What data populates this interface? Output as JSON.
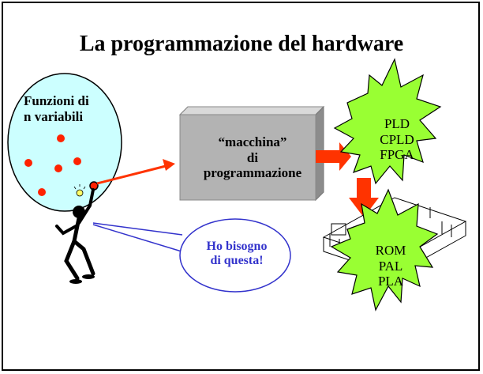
{
  "slide": {
    "title": "La programmazione del hardware",
    "functions": {
      "line1": "Funzioni di",
      "line2": "n variabili"
    },
    "machine": {
      "line1": "“macchina”",
      "line2": "di",
      "line3": "programmazione"
    },
    "devices_top": [
      "PLD",
      "CPLD",
      "FPGA"
    ],
    "devices_bottom": [
      "ROM",
      "PAL",
      "PLA"
    ],
    "speech": {
      "line1": "Ho bisogno",
      "line2": "di questa!"
    }
  },
  "colors": {
    "ellipse_fill": "#ccffff",
    "star_fill": "#99ff33",
    "arrow_red": "#ff3300",
    "dot_red": "#ff2200",
    "machine_box": "#b3b3b3",
    "speech_text": "#3333cc"
  }
}
